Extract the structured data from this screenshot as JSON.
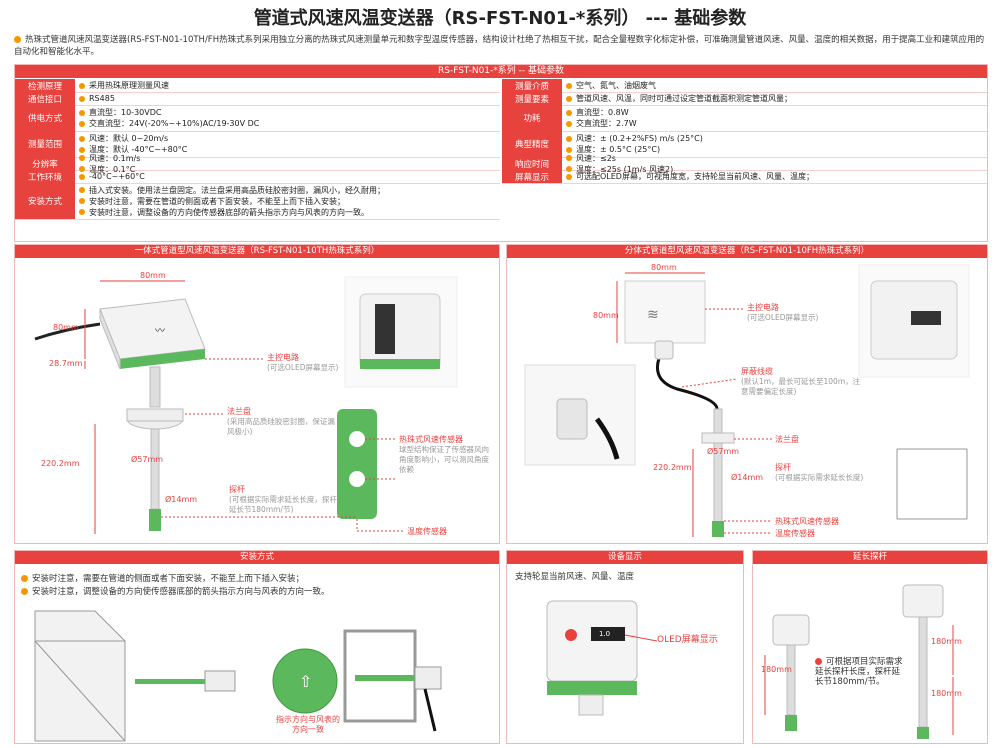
{
  "title": "管道式风速风温变送器（RS-FST-N01-*系列） --- 基础参数",
  "intro": "热珠式管道风速风温变送器(RS-FST-N01-10TH/FH热珠式系列采用独立分离的热珠式风速测量单元和数字型温度传感器，结构设计杜绝了热相互干扰，配合全量程数字化标定补偿，可准确测量管道风速、风量、温度的相关数据，用于提高工业和建筑应用的自动化和智能化水平。",
  "spec": {
    "header": "RS-FST-N01-*系列 -- 基础参数",
    "left": [
      {
        "label": "检测原理",
        "lines": [
          "采用热珠原理测量风速"
        ]
      },
      {
        "label": "通信接口",
        "lines": [
          "RS485"
        ]
      },
      {
        "label": "供电方式",
        "lines": [
          "直流型：10-30VDC",
          "交直流型：24V(-20%~+10%)AC/19-30V DC"
        ]
      },
      {
        "label": "测量范围",
        "lines": [
          "风速：默认 0~20m/s",
          "温度：默认 -40°C~+80°C"
        ]
      },
      {
        "label": "分辨率",
        "lines": [
          "风速：0.1m/s",
          "温度：0.1°C"
        ]
      },
      {
        "label": "工作环境",
        "lines": [
          "-40°C~+60°C"
        ]
      },
      {
        "label": "安装方式",
        "lines": [
          "插入式安装。使用法兰盘固定。法兰盘采用高品质硅胶密封圈，漏风小，经久耐用；",
          "安装时注意，需要在管道的侧面或者下面安装，不能至上而下插入安装；",
          "安装时注意，调整设备的方向使传感器底部的箭头指示方向与风表的方向一致。"
        ]
      }
    ],
    "right": [
      {
        "label": "测量介质",
        "lines": [
          "空气、氮气、油烟废气"
        ]
      },
      {
        "label": "测量要素",
        "lines": [
          "管道风速、风温，同时可通过设定管道截面积测定管道风量；"
        ]
      },
      {
        "label": "功耗",
        "lines": [
          "直流型：0.8W",
          "交直流型：2.7W"
        ]
      },
      {
        "label": "典型精度",
        "lines": [
          "风速：± (0.2+2%FS) m/s (25°C)",
          "温度：± 0.5°C (25°C)"
        ]
      },
      {
        "label": "响应时间",
        "lines": [
          "风速：≤2s",
          "温度：≤25s (1m/s 风速2)"
        ]
      },
      {
        "label": "屏幕显示",
        "lines": [
          "可选配OLED屏幕，可视角度宽，支持轮显当前风速、风量、温度；"
        ]
      }
    ]
  },
  "panel1": {
    "header": "一体式管道型风速风温变送器（RS-FST-N01-10TH热珠式系列）",
    "dims": {
      "w": "80mm",
      "h": "80mm",
      "h2": "28.7mm",
      "len": "220.2mm",
      "d1": "Ø57mm",
      "d2": "Ø14mm"
    },
    "notes": {
      "main": "主控电路",
      "main_sub": "(可选OLED屏幕显示)",
      "flange": "法兰盘",
      "flange_sub": "(采用高品质硅胶密封圈，保证漏风极小)",
      "probe": "探杆",
      "probe_sub": "(可根据实际需求延长长度，探杆延长节180mm/节)",
      "bead": "热珠式风速传感器",
      "bead_sub": "球型结构保证了传感器风向角度影响小，可以测风角度依赖",
      "temp": "温度传感器"
    }
  },
  "panel2": {
    "header": "分体式管道型风速风温变送器（RS-FST-N01-10FH热珠式系列）",
    "dims": {
      "w": "80mm",
      "h": "80mm",
      "len": "220.2mm",
      "d1": "Ø57mm",
      "d2": "Ø14mm"
    },
    "notes": {
      "main": "主控电路",
      "main_sub": "(可选OLED屏幕显示)",
      "cable": "屏蔽线缆",
      "cable_sub": "(默认1m，最长可延长至100m，注意需要偏定长度)",
      "flange": "法兰盘",
      "probe": "探杆",
      "probe_sub": "(可根据实际需求延长长度)",
      "bead": "热珠式风速传感器",
      "temp": "温度传感器"
    }
  },
  "panel3": {
    "header": "安装方式",
    "lines": [
      "安装时注意，需要在管道的侧面或者下面安装，不能至上而下插入安装；",
      "安装时注意，调整设备的方向使传感器底部的箭头指示方向与风表的方向一致。"
    ],
    "arrow_note": "指示方向与风表的方向一致"
  },
  "panel4": {
    "header": "设备显示",
    "text": "支持轮显当前风速、风量、温度",
    "oled": "OLED屏幕显示",
    "screen_val": "1.0"
  },
  "panel5": {
    "header": "延长探杆",
    "note": "可根据项目实际需求延长探杆长度，探杆延长节180mm/节。",
    "dim": "180mm"
  },
  "colors": {
    "accent": "#e8423e",
    "orange": "#f39800",
    "green": "#5cb85c"
  }
}
